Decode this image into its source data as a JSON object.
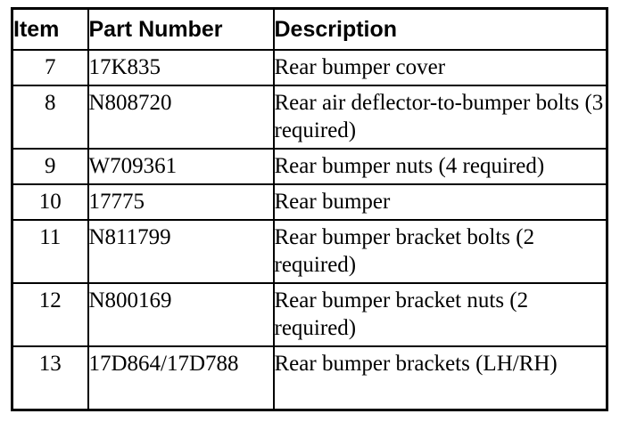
{
  "table": {
    "headers": {
      "item": "Item",
      "part_number": "Part Number",
      "description": "Description"
    },
    "rows": [
      {
        "item": "7",
        "part_number": "17K835",
        "description": "Rear bumper cover"
      },
      {
        "item": "8",
        "part_number": "N808720",
        "description": "Rear air deflector-to-bumper bolts (3 required)"
      },
      {
        "item": "9",
        "part_number": "W709361",
        "description": "Rear bumper nuts (4 required)"
      },
      {
        "item": "10",
        "part_number": "17775",
        "description": "Rear bumper"
      },
      {
        "item": "11",
        "part_number": "N811799",
        "description": "Rear bumper bracket bolts (2 required)"
      },
      {
        "item": "12",
        "part_number": "N800169",
        "description": "Rear bumper bracket nuts (2 required)"
      },
      {
        "item": "13",
        "part_number": "17D864/17D788",
        "description": "Rear bumper brackets (LH/RH)"
      }
    ]
  }
}
